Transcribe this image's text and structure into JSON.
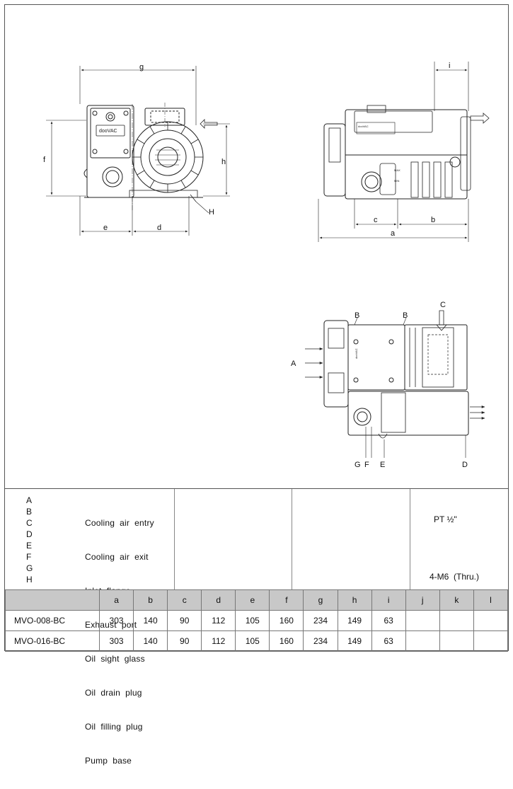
{
  "drawings": {
    "front": {
      "brand": "dooVAC",
      "dims": {
        "g": "g",
        "f": "f",
        "h": "h",
        "e": "e",
        "d": "d",
        "H": "H"
      }
    },
    "side": {
      "brand": "dooVAC",
      "dims": {
        "i": "i",
        "c": "c",
        "b": "b",
        "a": "a"
      },
      "level_max": "MAX",
      "level_min": "MIN"
    },
    "top": {
      "brand": "dooVAC",
      "callouts": {
        "B1": "B",
        "B2": "B",
        "C": "C",
        "A": "A",
        "G": "G",
        "F": "F",
        "E": "E",
        "D": "D"
      }
    }
  },
  "legend": {
    "items": [
      {
        "letter": "A",
        "name": "Cooling  air  entry"
      },
      {
        "letter": "B",
        "name": "Cooling  air  exit"
      },
      {
        "letter": "C",
        "name": "Inlet  flange"
      },
      {
        "letter": "D",
        "name": "Exhaust  port"
      },
      {
        "letter": "E",
        "name": "Oil  sight  glass"
      },
      {
        "letter": "F",
        "name": "Oil  drain  plug"
      },
      {
        "letter": "G",
        "name": "Oil  filling  plug"
      },
      {
        "letter": "H",
        "name": "Pump  base"
      }
    ],
    "note_c": "PT ½\"",
    "note_h": "4-M6  (Thru.)"
  },
  "table": {
    "columns": [
      "",
      "a",
      "b",
      "c",
      "d",
      "e",
      "f",
      "g",
      "h",
      "i",
      "j",
      "k",
      "l"
    ],
    "rows": [
      {
        "model": "MVO-008-BC",
        "values": [
          "303",
          "140",
          "90",
          "112",
          "105",
          "160",
          "234",
          "149",
          "63",
          "",
          "",
          ""
        ]
      },
      {
        "model": "MVO-016-BC",
        "values": [
          "303",
          "140",
          "90",
          "112",
          "105",
          "160",
          "234",
          "149",
          "63",
          "",
          "",
          ""
        ]
      }
    ]
  },
  "colors": {
    "line": "#222222",
    "frame": "#555555",
    "header_fill": "#c8c8c8"
  }
}
